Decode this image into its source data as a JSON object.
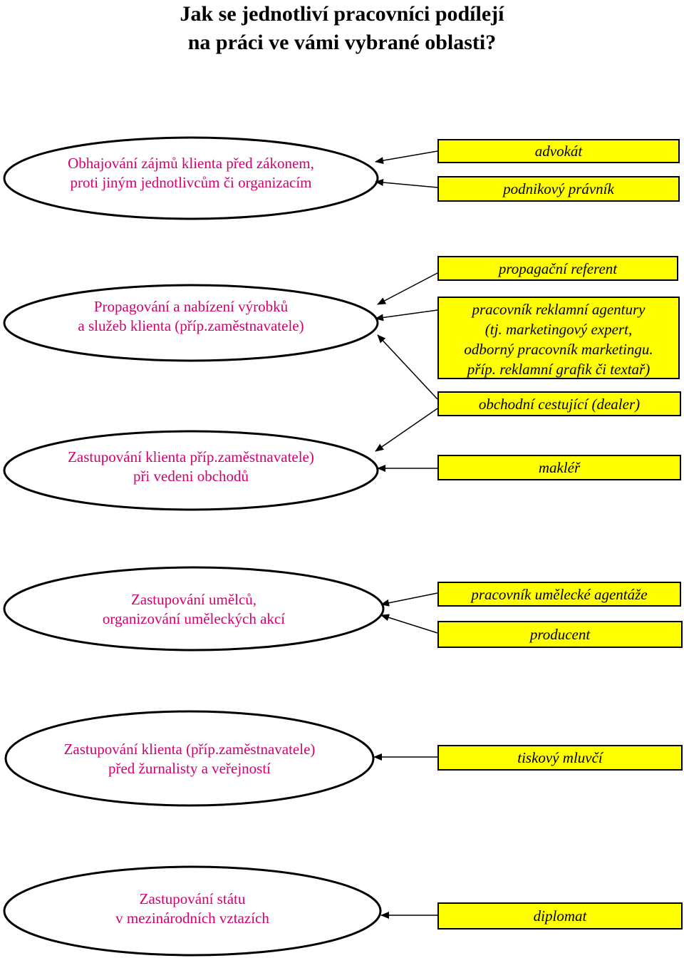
{
  "title": {
    "line1": "Jak se jednotliví pracovníci podílejí",
    "line2": "na práci ve vámi vybrané oblasti?"
  },
  "areas": [
    {
      "id": "obhajovani",
      "lines": [
        "Obhajování zájmů klienta před zákonem,",
        "proti jiným jednotlivcům či organizacím"
      ]
    },
    {
      "id": "propagovani",
      "lines": [
        "Propagování a nabízení výrobků",
        "a služeb klienta  (příp.zaměstnavatele)"
      ]
    },
    {
      "id": "obchody",
      "lines": [
        "Zastupování klienta příp.zaměstnavatele)",
        "při vedeni obchodů"
      ]
    },
    {
      "id": "umelci",
      "lines": [
        "Zastupování umělců,",
        "organizování  uměleckých akcí"
      ]
    },
    {
      "id": "zurnaliste",
      "lines": [
        "Zastupování klienta (příp.zaměstnavatele)",
        "před žurnalisty a veřejností"
      ]
    },
    {
      "id": "stat",
      "lines": [
        "Zastupování státu",
        "v mezinárodních vztazích"
      ]
    }
  ],
  "workers": {
    "advokat": "advokát",
    "podnikovy_pravnik": "podnikový právník",
    "propagacni_referent": "propagační referent",
    "reklamni_agentura": [
      "pracovník reklamní agentury",
      "(tj. marketingový expert,",
      "odborný pracovník marketingu.",
      "příp. reklamní grafik či textař)"
    ],
    "obchodni_cestujici": "obchodní cestující (dealer)",
    "makler": "makléř",
    "umelecka_agentaz": "pracovník umělecké agentáže",
    "producent": "producent",
    "tiskovy_mluvci": "tiskový mluvčí",
    "diplomat": "diplomat"
  },
  "colors": {
    "area_text": "#d4006f",
    "worker_fill": "#ffff00",
    "outline": "#000000"
  }
}
